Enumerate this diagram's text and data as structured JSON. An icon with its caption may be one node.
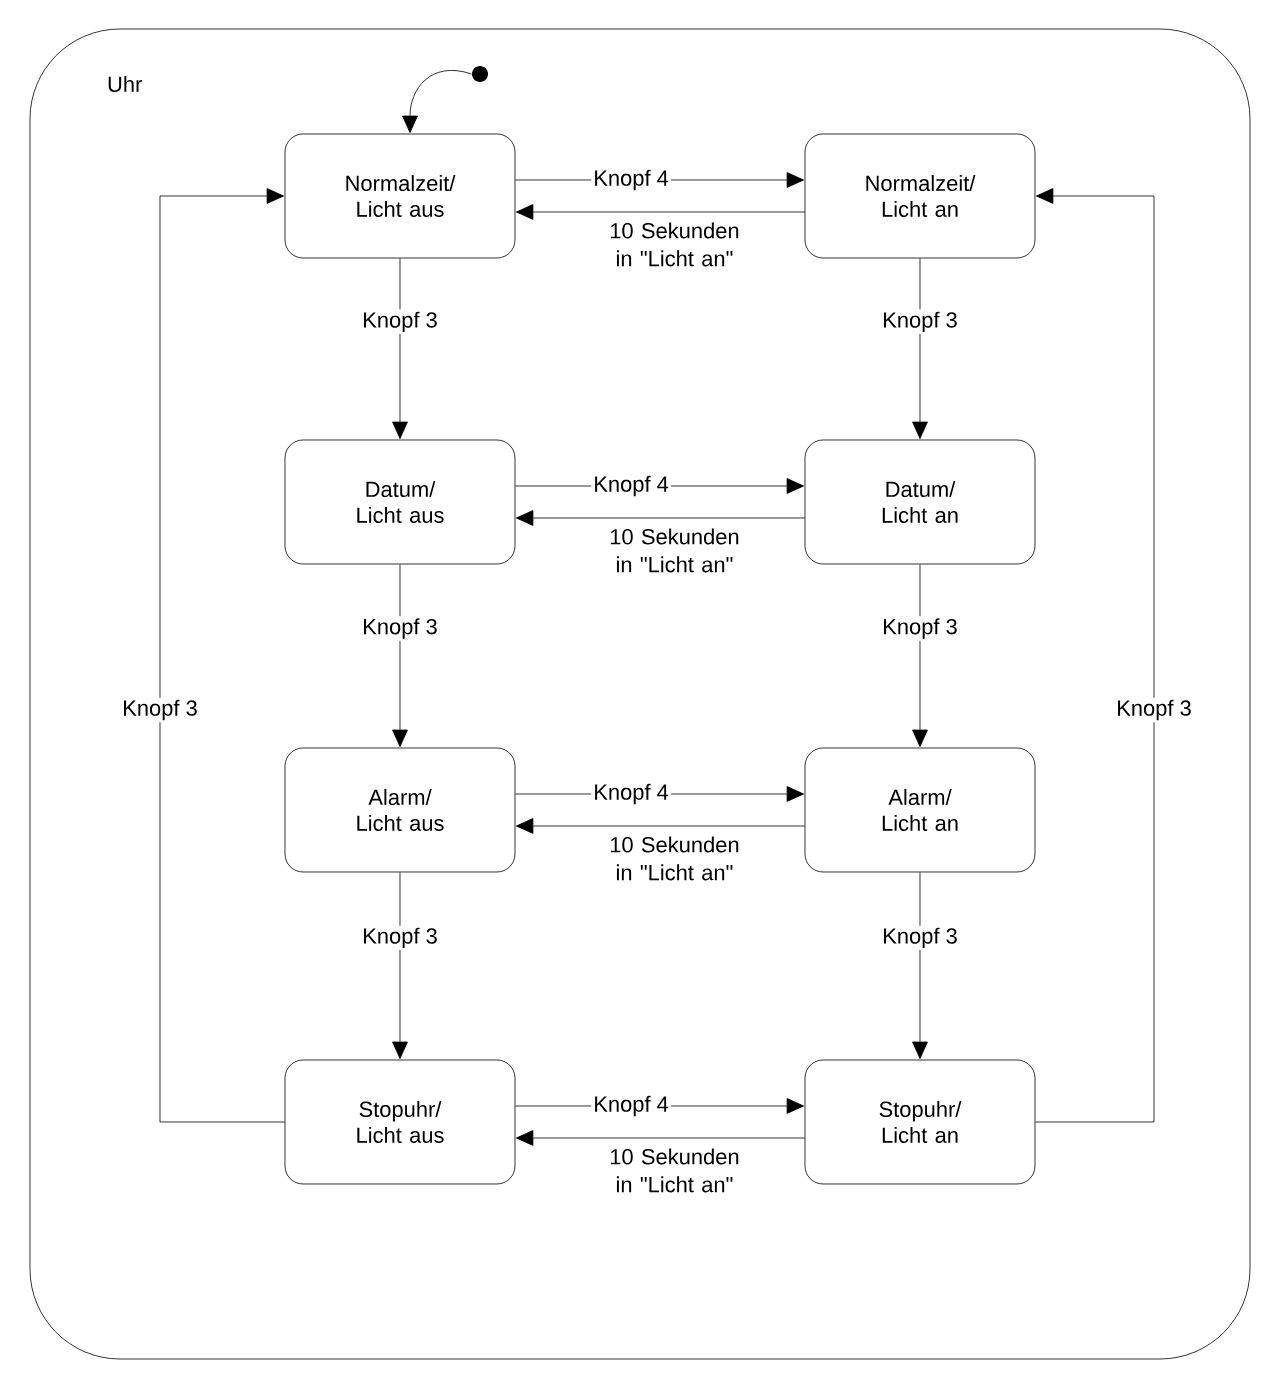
{
  "diagram": {
    "nodes": [
      {
        "text": [
          "Uhr"
        ]
      },
      {
        "text": [],
        "shape": "circle",
        "in": 0
      },
      {
        "text": [
          "Normalzeit/ Licht aus"
        ],
        "in": 0
      },
      {
        "text": [
          "Normalzeit/ Licht an"
        ],
        "in": 0
      },
      {
        "text": [
          "Datum/ Licht aus"
        ],
        "in": 0
      },
      {
        "text": [
          "Datum/ Licht an"
        ],
        "in": 0
      },
      {
        "text": [
          "Alarm/ Licht aus"
        ],
        "in": 0
      },
      {
        "text": [
          "Alarm/ Licht an"
        ],
        "in": 0
      },
      {
        "text": [
          "Stopuhr/ Licht aus"
        ],
        "in": 0
      },
      {
        "text": [
          "Stopuhr/ Licht an"
        ],
        "in": 0
      }
    ],
    "edges": [
      {
        "from": 1,
        "to": 2,
        "arrow": "to"
      },
      {
        "from": 2,
        "to": 3,
        "arrow": "to",
        "label": "Knopf 4"
      },
      {
        "from": 3,
        "to": 2,
        "arrow": "to",
        "label": "10 Sekunden in \"Licht an\""
      },
      {
        "from": 4,
        "to": 5,
        "arrow": "to",
        "label": "Knopf 4"
      },
      {
        "from": 5,
        "to": 4,
        "arrow": "to",
        "label": "10 Sekunden in \"Licht an\""
      },
      {
        "from": 6,
        "to": 7,
        "arrow": "to",
        "label": "Knopf 4"
      },
      {
        "from": 7,
        "to": 6,
        "arrow": "to",
        "label": "10 Sekunden in \"Licht an\""
      },
      {
        "from": 8,
        "to": 9,
        "arrow": "to",
        "label": "Knopf 4"
      },
      {
        "from": 9,
        "to": 8,
        "arrow": "to",
        "label": "10 Sekunden in \"Licht an\""
      },
      {
        "from": 2,
        "to": 4,
        "arrow": "to",
        "label": "Knopf 3"
      },
      {
        "from": 4,
        "to": 6,
        "arrow": "to",
        "label": "Knopf 3"
      },
      {
        "from": 6,
        "to": 8,
        "arrow": "to",
        "label": "Knopf 3"
      },
      {
        "from": 3,
        "to": 5,
        "arrow": "to",
        "label": "Knopf 3"
      },
      {
        "from": 5,
        "to": 7,
        "arrow": "to",
        "label": "Knopf 3"
      },
      {
        "from": 7,
        "to": 9,
        "arrow": "to",
        "label": "Knopf 3"
      },
      {
        "from": 8,
        "to": 2,
        "arrow": "to",
        "label": "Knopf 3"
      },
      {
        "from": 9,
        "to": 3,
        "arrow": "to",
        "label": "Knopf 3"
      }
    ]
  }
}
